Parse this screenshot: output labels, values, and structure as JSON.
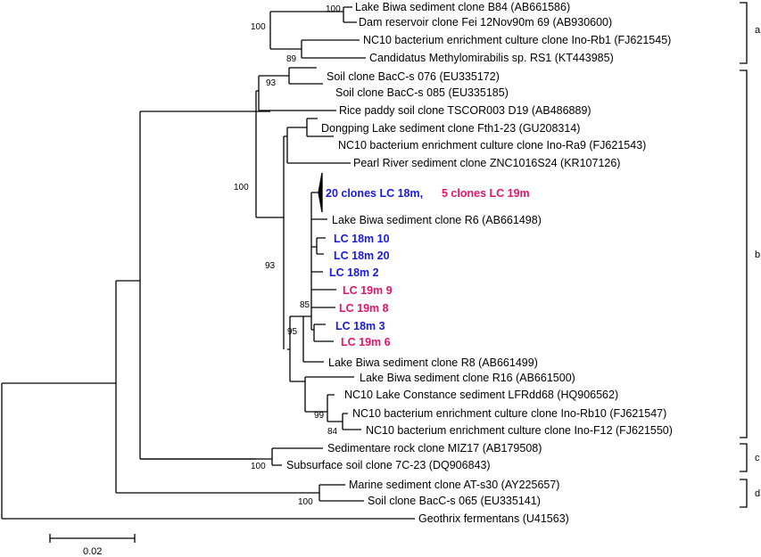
{
  "leaves": {
    "biwa_b84": "Lake Biwa sediment clone B84 (AB661586)",
    "fei": "Dam reservoir clone Fei 12Nov90m 69 (AB930600)",
    "ino_rb1": "NC10 bacterium enrichment culture clone Ino-Rb1 (FJ621545)",
    "methylomirabilis": "Candidatus Methylomirabilis sp. RS1 (KT443985)",
    "bacc076": "Soil clone BacC-s 076 (EU335172)",
    "bacc085": "Soil clone BacC-s 085 (EU335185)",
    "tscor": "Rice paddy soil clone TSCOR003 D19 (AB486889)",
    "dongping": "Dongping Lake sediment clone Fth1-23 (GU208314)",
    "ino_ra9": "NC10 bacterium enrichment culture clone Ino-Ra9 (FJ621543)",
    "pearl": "Pearl River sediment clone ZNC1016S24 (KR107126)",
    "collapsed_a": "20 clones LC 18m,",
    "collapsed_b": "5 clones LC 19m",
    "biwa_r6": "Lake Biwa sediment clone R6 (AB661498)",
    "lc18m10": "LC 18m 10",
    "lc18m20": "LC 18m 20",
    "lc18m2": "LC 18m 2",
    "lc19m9": "LC 19m 9",
    "lc19m8": "LC 19m 8",
    "lc18m3": "LC 18m 3",
    "lc19m6": "LC 19m 6",
    "biwa_r8": "Lake Biwa sediment clone R8 (AB661499)",
    "biwa_r16": "Lake Biwa sediment clone R16 (AB661500)",
    "constance": "NC10 Lake Constance sediment LFRdd68 (HQ906562)",
    "ino_rb10": "NC10 bacterium enrichment culture clone Ino-Rb10 (FJ621547)",
    "ino_f12": "NC10 bacterium enrichment culture clone Ino-F12 (FJ621550)",
    "miz17": "Sedimentare rock clone MIZ17 (AB179508)",
    "7c23": "Subsurface soil clone 7C-23 (DQ906843)",
    "ats30": "Marine sediment clone AT-s30 (AY225657)",
    "bacc065": "Soil clone BacC-s 065 (EU335141)",
    "geothrix": "Geothrix fermentans (U41563)"
  },
  "support": {
    "s_a_root": "100",
    "s_a_top": "100",
    "s_a_low": "89",
    "s_b_bacc": "93",
    "s_b_main": "100",
    "s_b_inner": "93",
    "s_lc_85": "85",
    "s_lc_95": "95",
    "s_ino_99": "99",
    "s_ino_84": "84",
    "s_c": "100",
    "s_d": "100"
  },
  "clades": {
    "a": "a",
    "b": "b",
    "c": "c",
    "d": "d"
  },
  "scale_bar": {
    "label": "0.02"
  },
  "colors": {
    "lc18m": "#1a1adc",
    "lc19m": "#e0156b",
    "branch": "#000000"
  }
}
